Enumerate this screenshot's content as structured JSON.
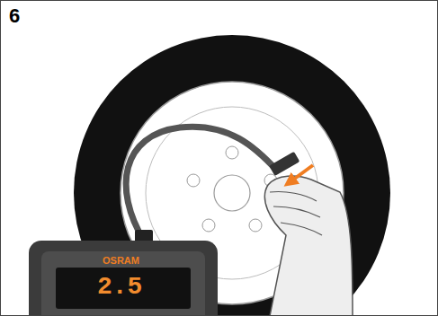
{
  "diagram": {
    "labels": [
      "6",
      "OSRAM",
      "2.5"
    ]
  }
}
